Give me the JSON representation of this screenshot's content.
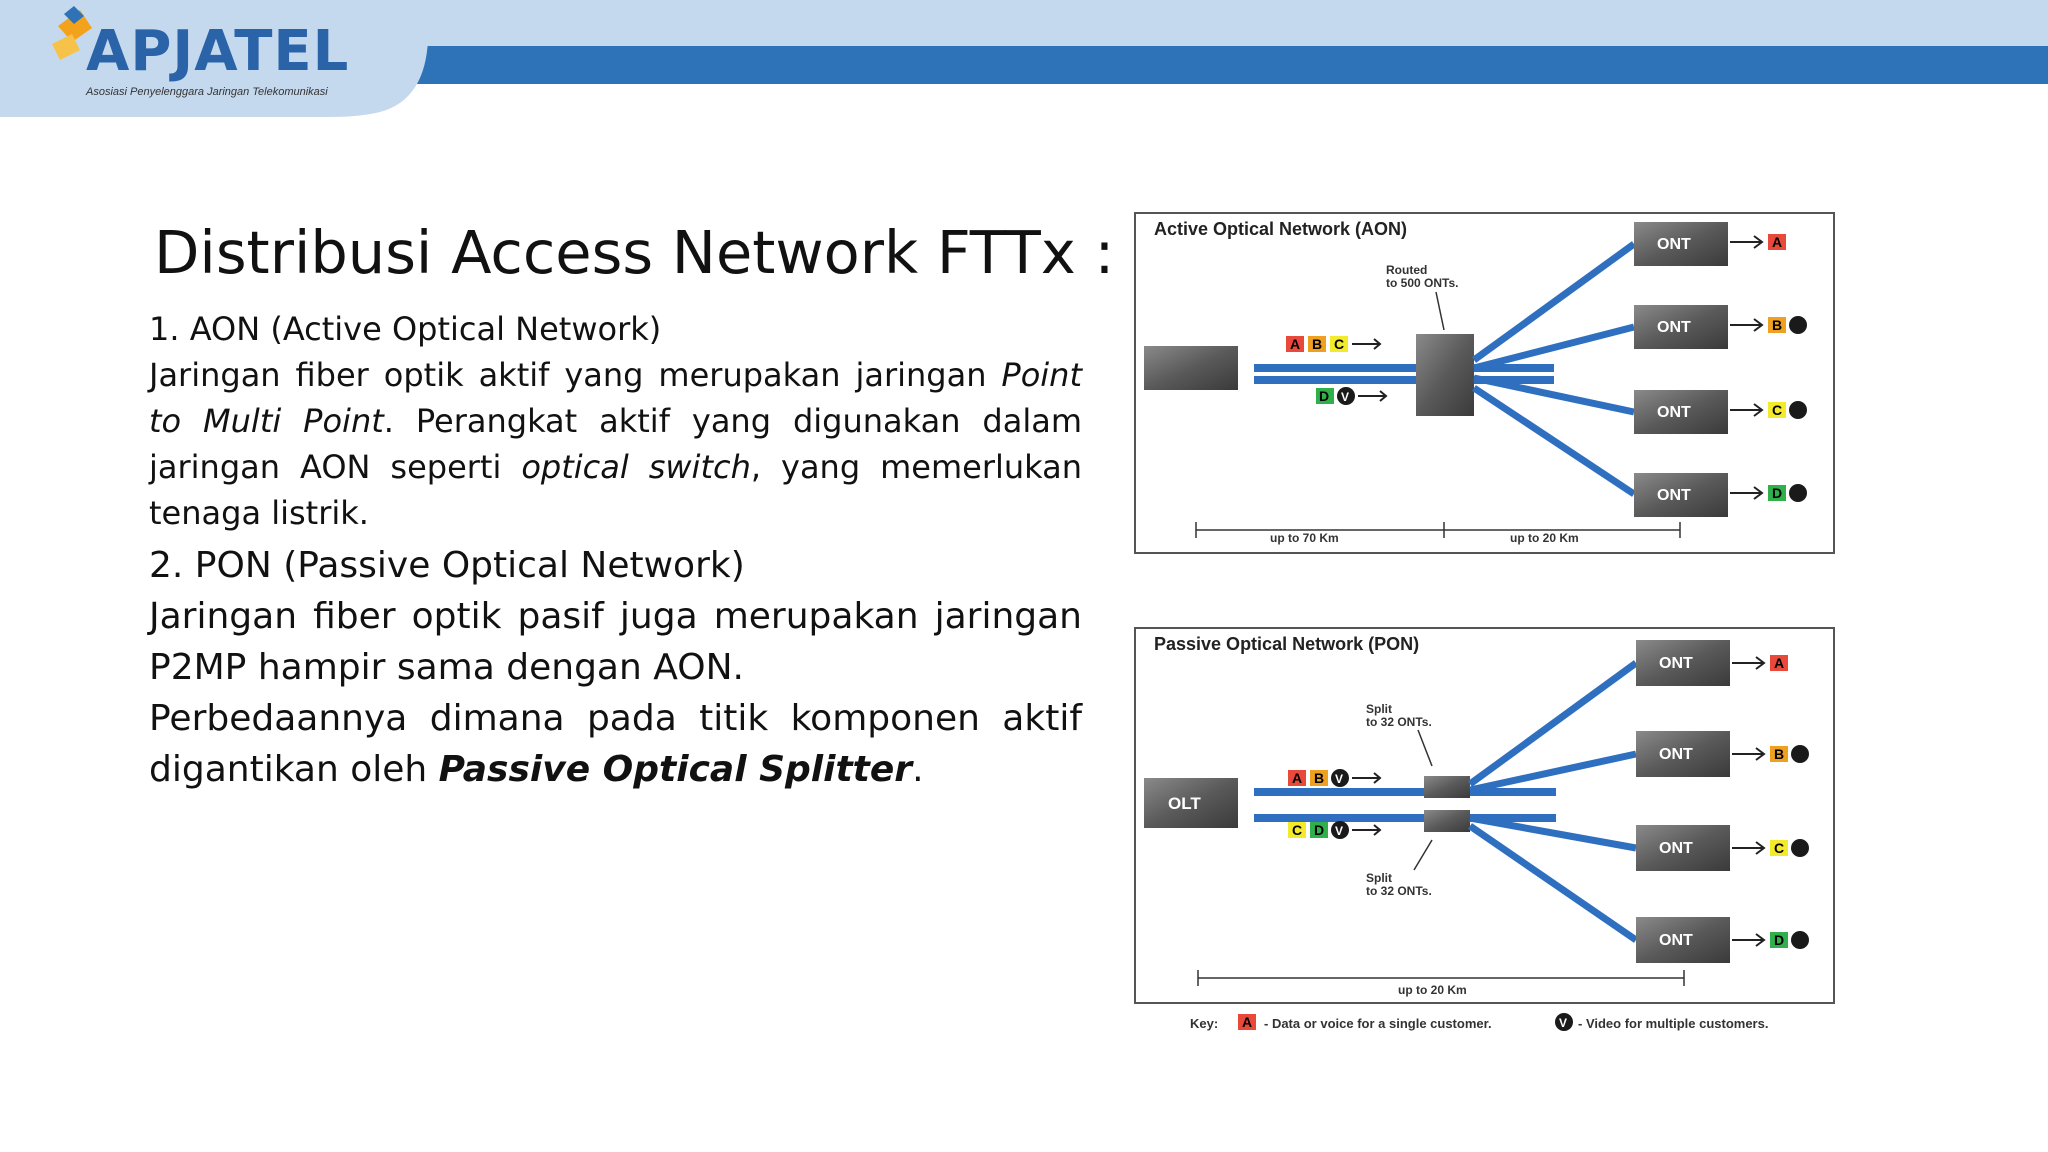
{
  "header": {
    "logo_text": "APJATEL",
    "logo_subtitle": "Asosiasi Penyelenggara Jaringan Telekomunikasi",
    "colors": {
      "band": "#2e73b8",
      "light_band": "#c5d9ee"
    }
  },
  "title": "Distribusi Access Network FTTx :",
  "aon_section": {
    "heading": "1. AON (Active Optical Network)",
    "text_1": "Jaringan fiber optik aktif yang merupakan jaringan ",
    "text_1_italic": "Point to Multi Point",
    "text_2": ".  Perangkat aktif yang digunakan dalam jaringan AON seperti ",
    "text_2_italic": "optical switch",
    "text_3": ", yang memerlukan tenaga listrik."
  },
  "pon_section": {
    "heading": "2. PON (Passive Optical Network)",
    "text_1": "Jaringan fiber optik pasif juga merupakan jaringan P2MP hampir sama dengan AON.",
    "text_2": "Perbedaannya dimana pada titik komponen aktif digantikan oleh  ",
    "text_2_bold_italic": "Passive Optical Splitter",
    "text_2_end": "."
  },
  "aon_diagram": {
    "title": "Active Optical Network (AON)",
    "routed_note_line1": "Routed",
    "routed_note_line2": "to 500 ONTs.",
    "ont_label": "ONT",
    "feed_top": [
      "A",
      "B",
      "C"
    ],
    "feed_bottom": [
      "D",
      "V"
    ],
    "branch_outputs": [
      "A",
      "B",
      "C",
      "D"
    ],
    "distance_left": "up to 70 Km",
    "distance_right": "up to 20 Km"
  },
  "pon_diagram": {
    "title": "Passive Optical Network (PON)",
    "olt_label": "OLT",
    "split_note_line1": "Split",
    "split_note_line2": "to 32 ONTs.",
    "ont_label": "ONT",
    "feed_top": [
      "A",
      "B",
      "V"
    ],
    "feed_bottom": [
      "C",
      "D",
      "V"
    ],
    "branch_outputs": [
      "A",
      "B",
      "C",
      "D"
    ],
    "distance": "up to 20 Km"
  },
  "key": {
    "label": "Key:",
    "data_letter": "A",
    "data_text": "- Data or voice for a single customer.",
    "video_letter": "V",
    "video_text": "- Video for multiple customers."
  },
  "legend_colors": {
    "A": "#e8493a",
    "B": "#f0a020",
    "C": "#f2ea2a",
    "D": "#2fb04a",
    "V": "#1a1a1a"
  }
}
